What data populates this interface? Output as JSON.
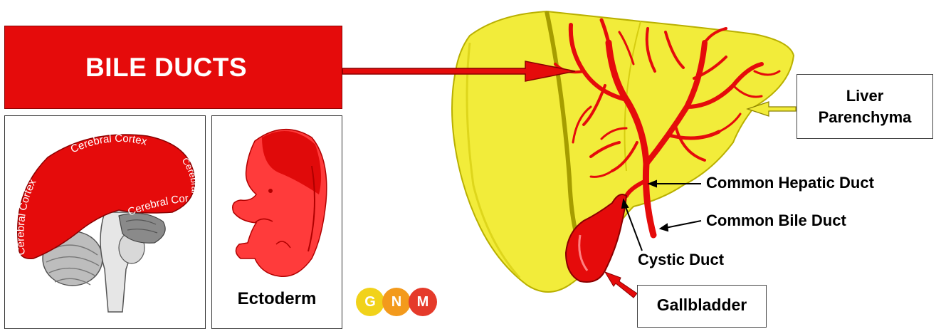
{
  "banner": {
    "title": "BILE DUCTS"
  },
  "brain": {
    "cortex_labels": [
      "Cerebral Cortex",
      "Cerebral Cortex",
      "Cerebral Cortex",
      "Cerebral Cortex"
    ]
  },
  "embryo": {
    "label": "Ectoderm"
  },
  "liver": {
    "callouts": {
      "parenchyma_line1": "Liver",
      "parenchyma_line2": "Parenchyma",
      "common_hepatic": "Common Hepatic Duct",
      "common_bile": "Common Bile Duct",
      "cystic": "Cystic Duct",
      "gallbladder": "Gallbladder"
    }
  },
  "logo": {
    "letters": [
      "G",
      "N",
      "M"
    ]
  },
  "colors": {
    "duct_red": "#e50b0b",
    "liver_yellow": "#f2ec3a",
    "logo_g": "#f1d21a",
    "logo_n": "#f39a1c",
    "logo_m": "#e53a2a"
  }
}
